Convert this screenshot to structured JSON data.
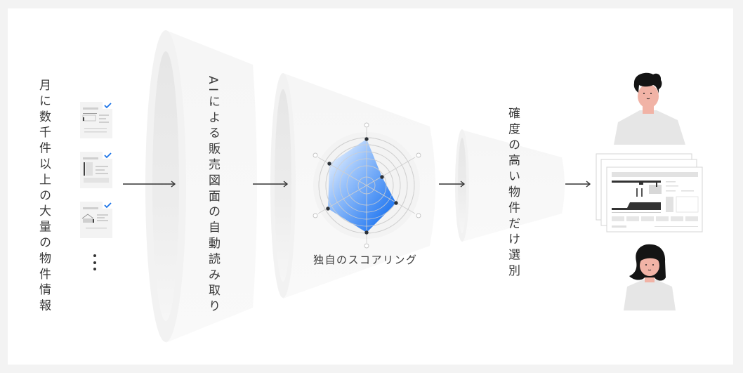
{
  "diagram": {
    "title": "",
    "steps": [
      {
        "id": "input",
        "label": "月に数千件以上の大量の物件情報"
      },
      {
        "id": "ai-reading",
        "label_latin": "AI",
        "label": "による販売図面の自動読み取り"
      },
      {
        "id": "scoring",
        "label": "独自のスコアリング"
      },
      {
        "id": "selection",
        "label": "確度の高い物件だけ選別"
      }
    ],
    "input_documents": [
      {
        "icon": "floor-plan-document-icon",
        "checked": true
      },
      {
        "icon": "table-document-icon",
        "checked": true
      },
      {
        "icon": "house-document-icon",
        "checked": true
      }
    ],
    "more_indicator": "vertical-ellipsis-icon",
    "outputs": [
      {
        "icon": "man-avatar-icon"
      },
      {
        "icon": "stacked-listing-sheets-icon"
      },
      {
        "icon": "woman-avatar-icon"
      }
    ],
    "arrows": 4,
    "colors": {
      "background": "#f3f3f3",
      "card": "#ffffff",
      "funnel_outer": "#f4f4f4",
      "funnel_inner": "#e9e9e9",
      "radar_fill_start": "#ffffff",
      "radar_fill_end": "#0066ee",
      "check": "#1a73e8",
      "text": "#3a3a3a",
      "skin": "#f1b3a6",
      "hair": "#111111",
      "shirt": "#e6e6e6"
    }
  },
  "chart_data": {
    "type": "radar",
    "title": "独自のスコアリング",
    "axes": [
      "axis-1",
      "axis-2",
      "axis-3",
      "axis-4",
      "axis-5",
      "axis-6"
    ],
    "axis_labels_visible": false,
    "rings": 6,
    "range": [
      0,
      6
    ],
    "values": [
      5.9,
      2.2,
      4.4,
      6.0,
      5.7,
      5.4
    ],
    "value_order": "clockwise from top"
  }
}
